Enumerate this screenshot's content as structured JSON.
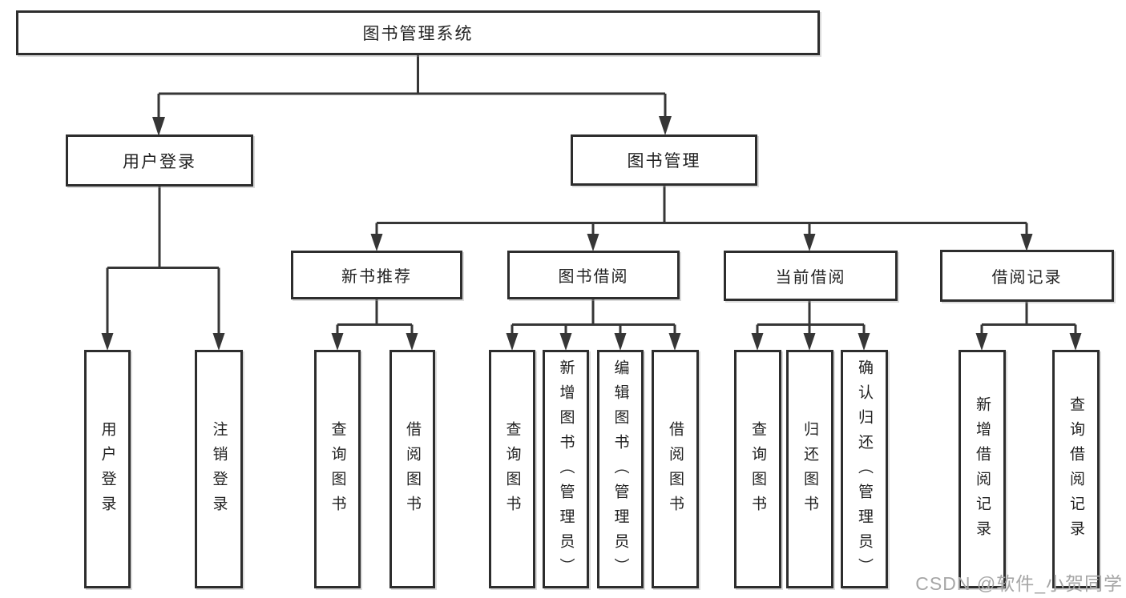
{
  "diagram": {
    "root": {
      "label": "图书管理系统"
    },
    "level2": [
      {
        "label": "用户登录"
      },
      {
        "label": "图书管理"
      }
    ],
    "level3": [
      {
        "label": "新书推荐",
        "parent": "图书管理"
      },
      {
        "label": "图书借阅",
        "parent": "图书管理"
      },
      {
        "label": "当前借阅",
        "parent": "图书管理"
      },
      {
        "label": "借阅记录",
        "parent": "图书管理"
      }
    ],
    "leaves": [
      {
        "label": "用户登录",
        "parent": "用户登录"
      },
      {
        "label": "注销登录",
        "parent": "用户登录"
      },
      {
        "label": "查询图书",
        "parent": "新书推荐"
      },
      {
        "label": "借阅图书",
        "parent": "新书推荐"
      },
      {
        "label": "查询图书",
        "parent": "图书借阅"
      },
      {
        "label": "新增图书（管理员）",
        "parent": "图书借阅"
      },
      {
        "label": "编辑图书（管理员）",
        "parent": "图书借阅"
      },
      {
        "label": "借阅图书",
        "parent": "图书借阅"
      },
      {
        "label": "查询图书",
        "parent": "当前借阅"
      },
      {
        "label": "归还图书",
        "parent": "当前借阅"
      },
      {
        "label": "确认归还（管理员）",
        "parent": "当前借阅"
      },
      {
        "label": "新增借阅记录",
        "parent": "借阅记录"
      },
      {
        "label": "查询借阅记录",
        "parent": "借阅记录"
      }
    ],
    "colors": {
      "line": "#363636",
      "box_border": "#2d2d2d",
      "text": "#222222"
    }
  },
  "watermark": {
    "text": "CSDN @软件_小贺同学",
    "color": "#a6a6a6"
  }
}
